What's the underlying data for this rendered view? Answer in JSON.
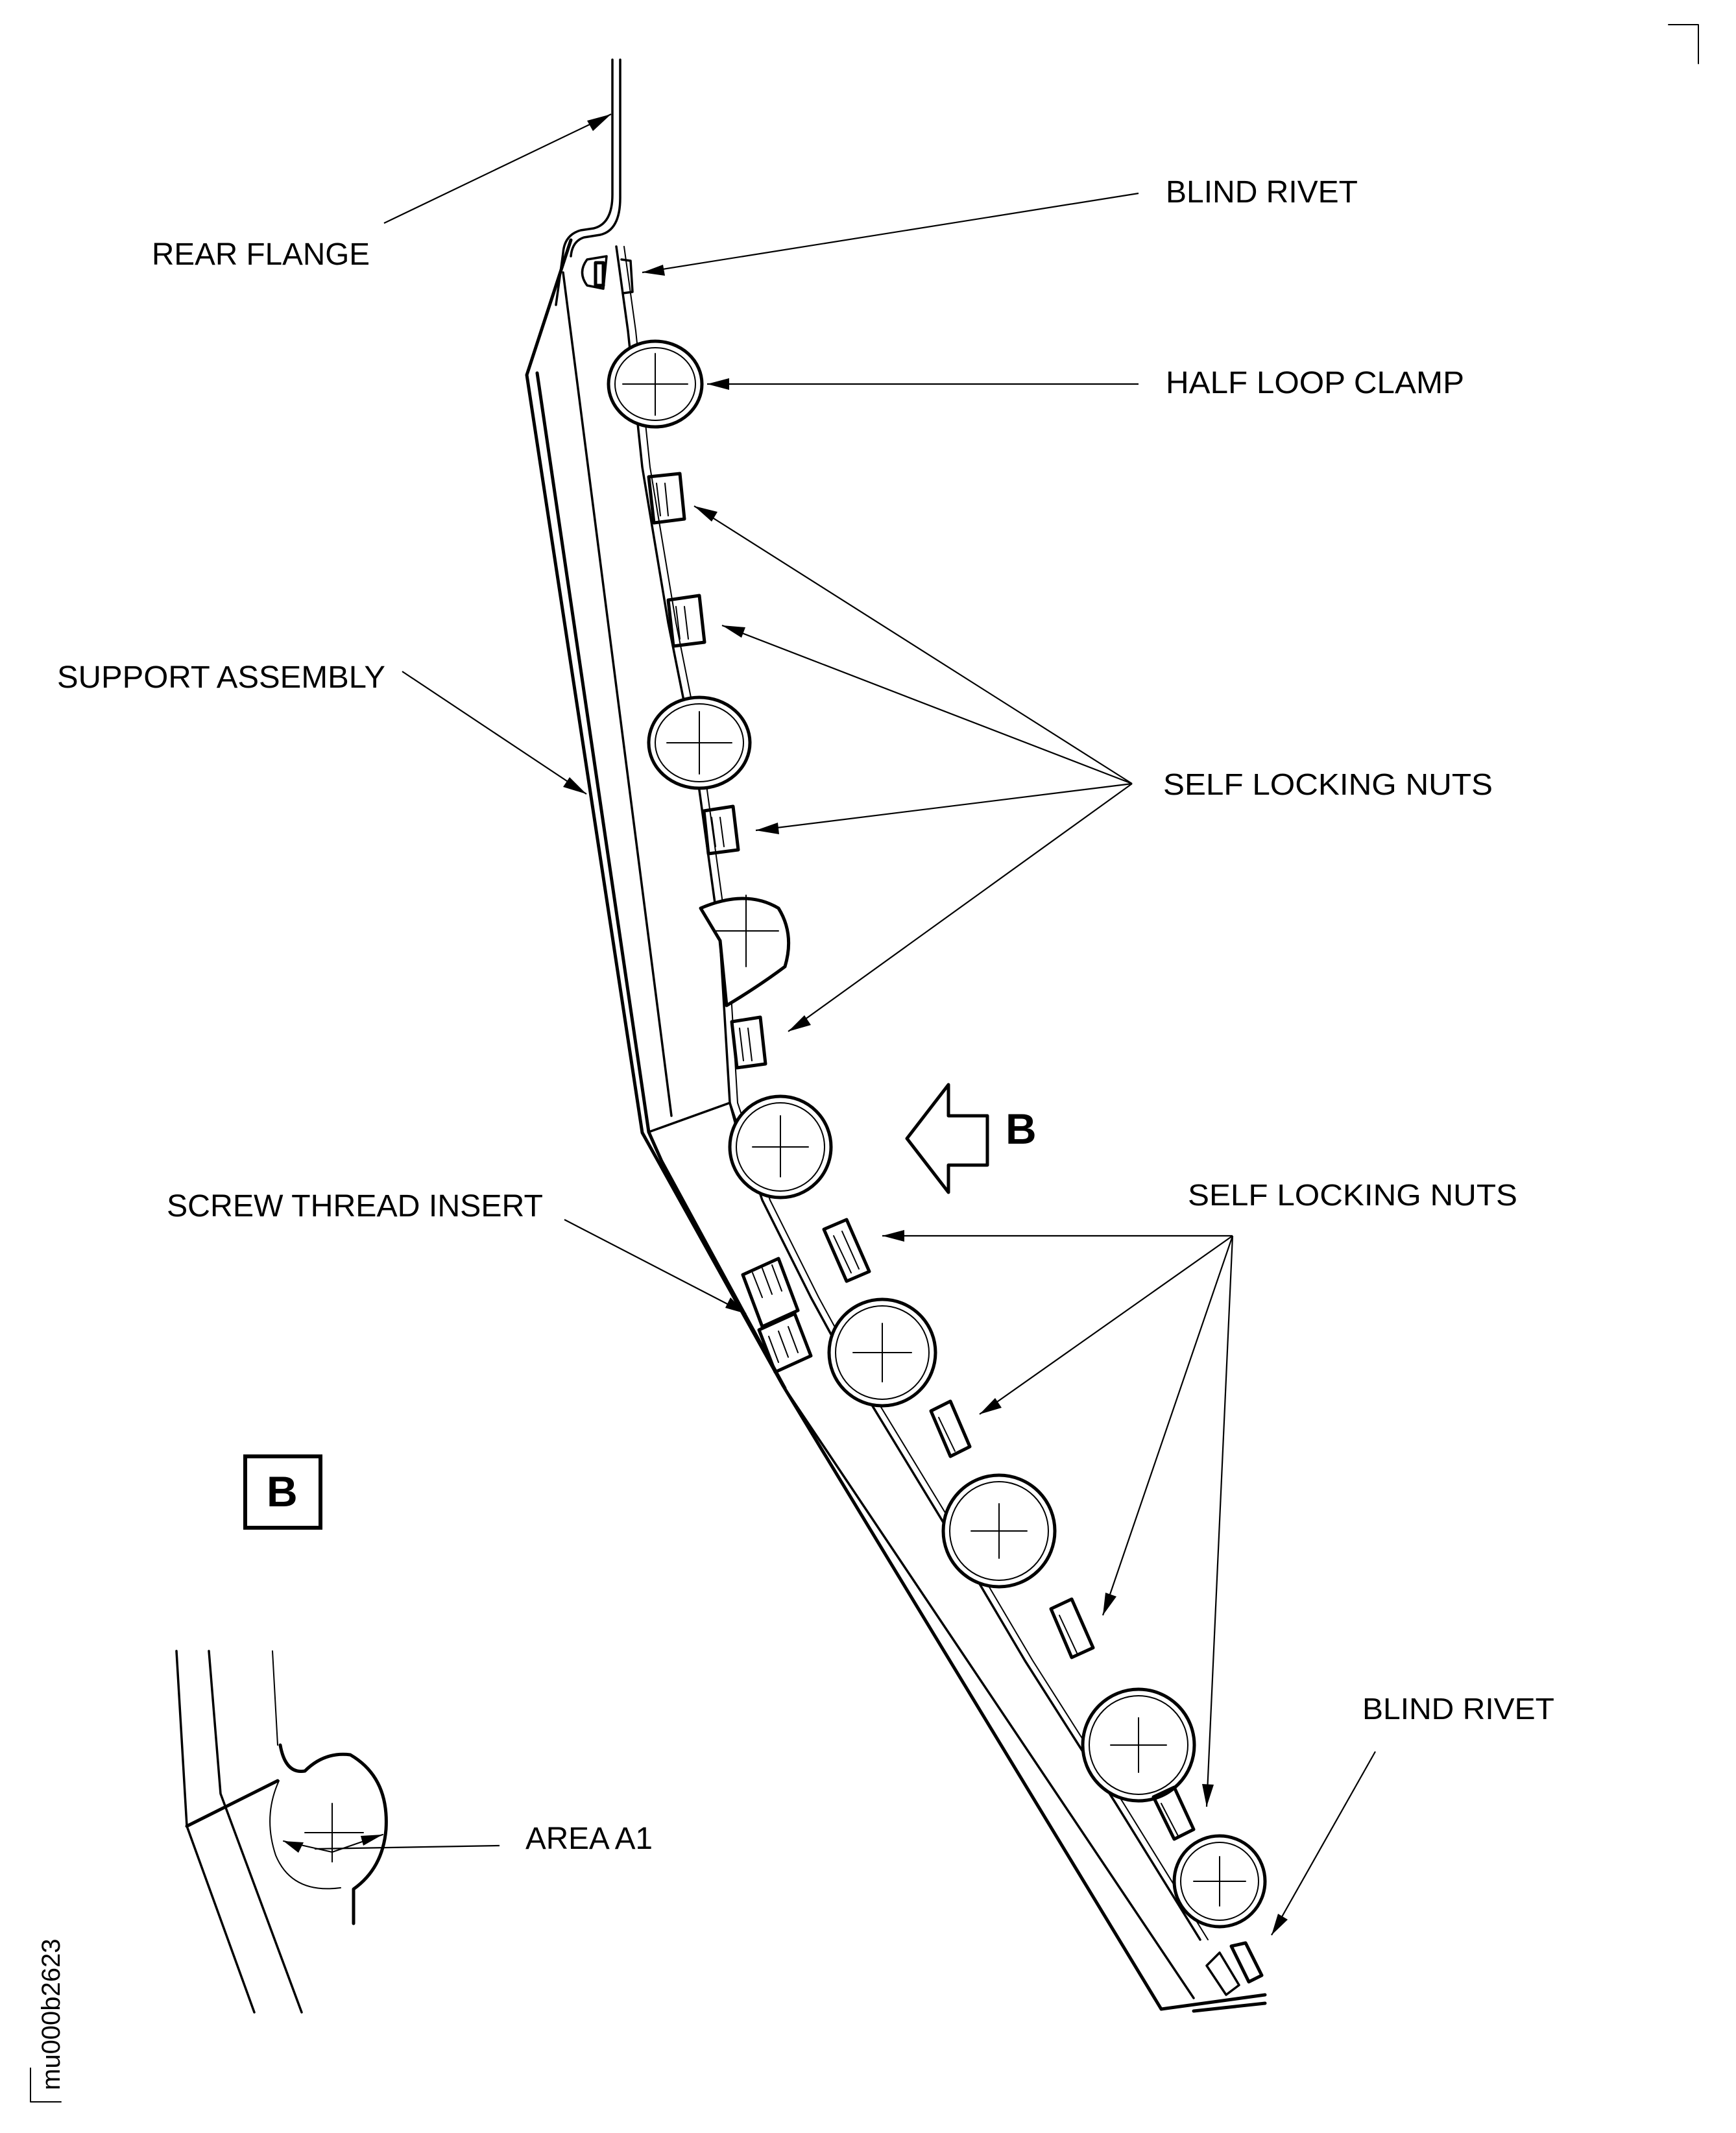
{
  "figure": {
    "id": "mu000b2623",
    "type": "technical-illustration",
    "subject": "Support assembly with half loop clamps, self locking nuts, blind rivets and screw thread insert"
  },
  "labels": {
    "rear_flange": "REAR FLANGE",
    "blind_rivet_top": "BLIND RIVET",
    "half_loop_clamp": "HALF LOOP CLAMP",
    "support_assembly": "SUPPORT ASSEMBLY",
    "self_locking_nuts_upper": "SELF LOCKING NUTS",
    "self_locking_nuts_lower": "SELF LOCKING NUTS",
    "screw_thread_insert": "SCREW THREAD INSERT",
    "blind_rivet_bottom": "BLIND RIVET",
    "area_a1": "AREA A1"
  },
  "view_indicator": {
    "arrow_letter": "B",
    "detail_box_letter": "B"
  },
  "callout_counts": {
    "self_locking_nuts_upper_leaders": 4,
    "self_locking_nuts_lower_leaders": 4,
    "clamps_on_assembly": 8
  },
  "colors": {
    "ink": "#000000",
    "paper": "#ffffff"
  }
}
